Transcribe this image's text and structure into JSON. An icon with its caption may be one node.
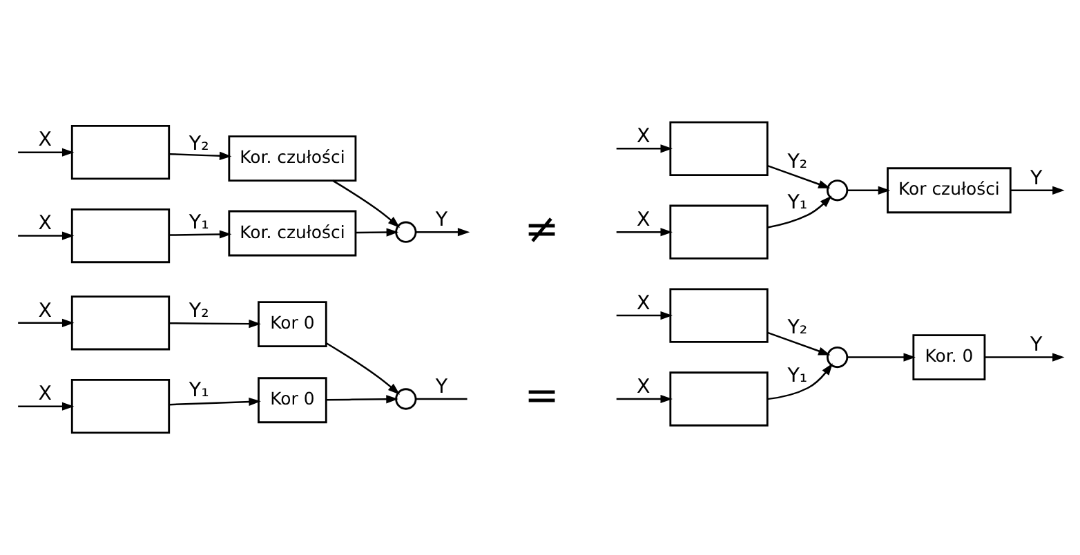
{
  "diagram": {
    "nodes": [
      {
        "text": [],
        "shape": "box"
      },
      {
        "text": [
          "Kor 0"
        ]
      },
      {
        "text": [],
        "shape": "box"
      },
      {
        "text": [
          "Kor 0"
        ]
      },
      {
        "text": [],
        "shape": "circle"
      },
      {
        "text": [],
        "shape": "box"
      },
      {
        "text": [],
        "shape": "box"
      },
      {
        "text": [],
        "shape": "circle"
      },
      {
        "text": [
          "Kor. 0"
        ]
      },
      {
        "text": [],
        "shape": "box"
      },
      {
        "text": [
          "Kor. czułości"
        ]
      },
      {
        "text": [],
        "shape": "box"
      },
      {
        "text": [
          "Kor. czułości"
        ]
      },
      {
        "text": [],
        "shape": "circle"
      },
      {
        "text": [],
        "shape": "box"
      },
      {
        "text": [],
        "shape": "box"
      },
      {
        "text": [],
        "shape": "circle"
      },
      {
        "text": [
          "Kor czułości"
        ]
      }
    ],
    "edges": [
      {
        "from": null,
        "to": 0,
        "arrow": "to",
        "label": "X"
      },
      {
        "from": 0,
        "to": 1,
        "arrow": "to",
        "label": "Y₁"
      },
      {
        "from": null,
        "to": 2,
        "arrow": "to",
        "label": "X"
      },
      {
        "from": 2,
        "to": 3,
        "arrow": "to",
        "label": "Y₂"
      },
      {
        "from": 1,
        "to": 4,
        "arrow": "to"
      },
      {
        "from": 3,
        "to": 4,
        "arrow": "to"
      },
      {
        "from": 4,
        "to": null,
        "arrow": "none",
        "label": "Y"
      },
      {
        "from": null,
        "to": 5,
        "arrow": "to",
        "label": "X"
      },
      {
        "from": null,
        "to": 6,
        "arrow": "to",
        "label": "X"
      },
      {
        "from": 5,
        "to": 7,
        "arrow": "to",
        "label": "Y₁"
      },
      {
        "from": 6,
        "to": 7,
        "arrow": "to",
        "label": "Y₂"
      },
      {
        "from": 7,
        "to": 8,
        "arrow": "to"
      },
      {
        "from": 8,
        "to": null,
        "arrow": "to",
        "label": "Y"
      },
      {
        "from": null,
        "to": 9,
        "arrow": "to",
        "label": "X"
      },
      {
        "from": 9,
        "to": 10,
        "arrow": "to",
        "label": "Y₁"
      },
      {
        "from": null,
        "to": 11,
        "arrow": "to",
        "label": "X"
      },
      {
        "from": 11,
        "to": 12,
        "arrow": "to",
        "label": "Y₂"
      },
      {
        "from": 10,
        "to": 13,
        "arrow": "to"
      },
      {
        "from": 12,
        "to": 13,
        "arrow": "to"
      },
      {
        "from": 13,
        "to": null,
        "arrow": "to",
        "label": "Y"
      },
      {
        "from": null,
        "to": 14,
        "arrow": "to",
        "label": "X"
      },
      {
        "from": null,
        "to": 15,
        "arrow": "to",
        "label": "X"
      },
      {
        "from": 14,
        "to": 16,
        "arrow": "to",
        "label": "Y₁"
      },
      {
        "from": 15,
        "to": 16,
        "arrow": "to",
        "label": "Y₂"
      },
      {
        "from": 16,
        "to": 17,
        "arrow": "to"
      },
      {
        "from": 17,
        "to": null,
        "arrow": "to",
        "label": "Y"
      }
    ],
    "labels": [
      "=",
      "≠"
    ]
  }
}
